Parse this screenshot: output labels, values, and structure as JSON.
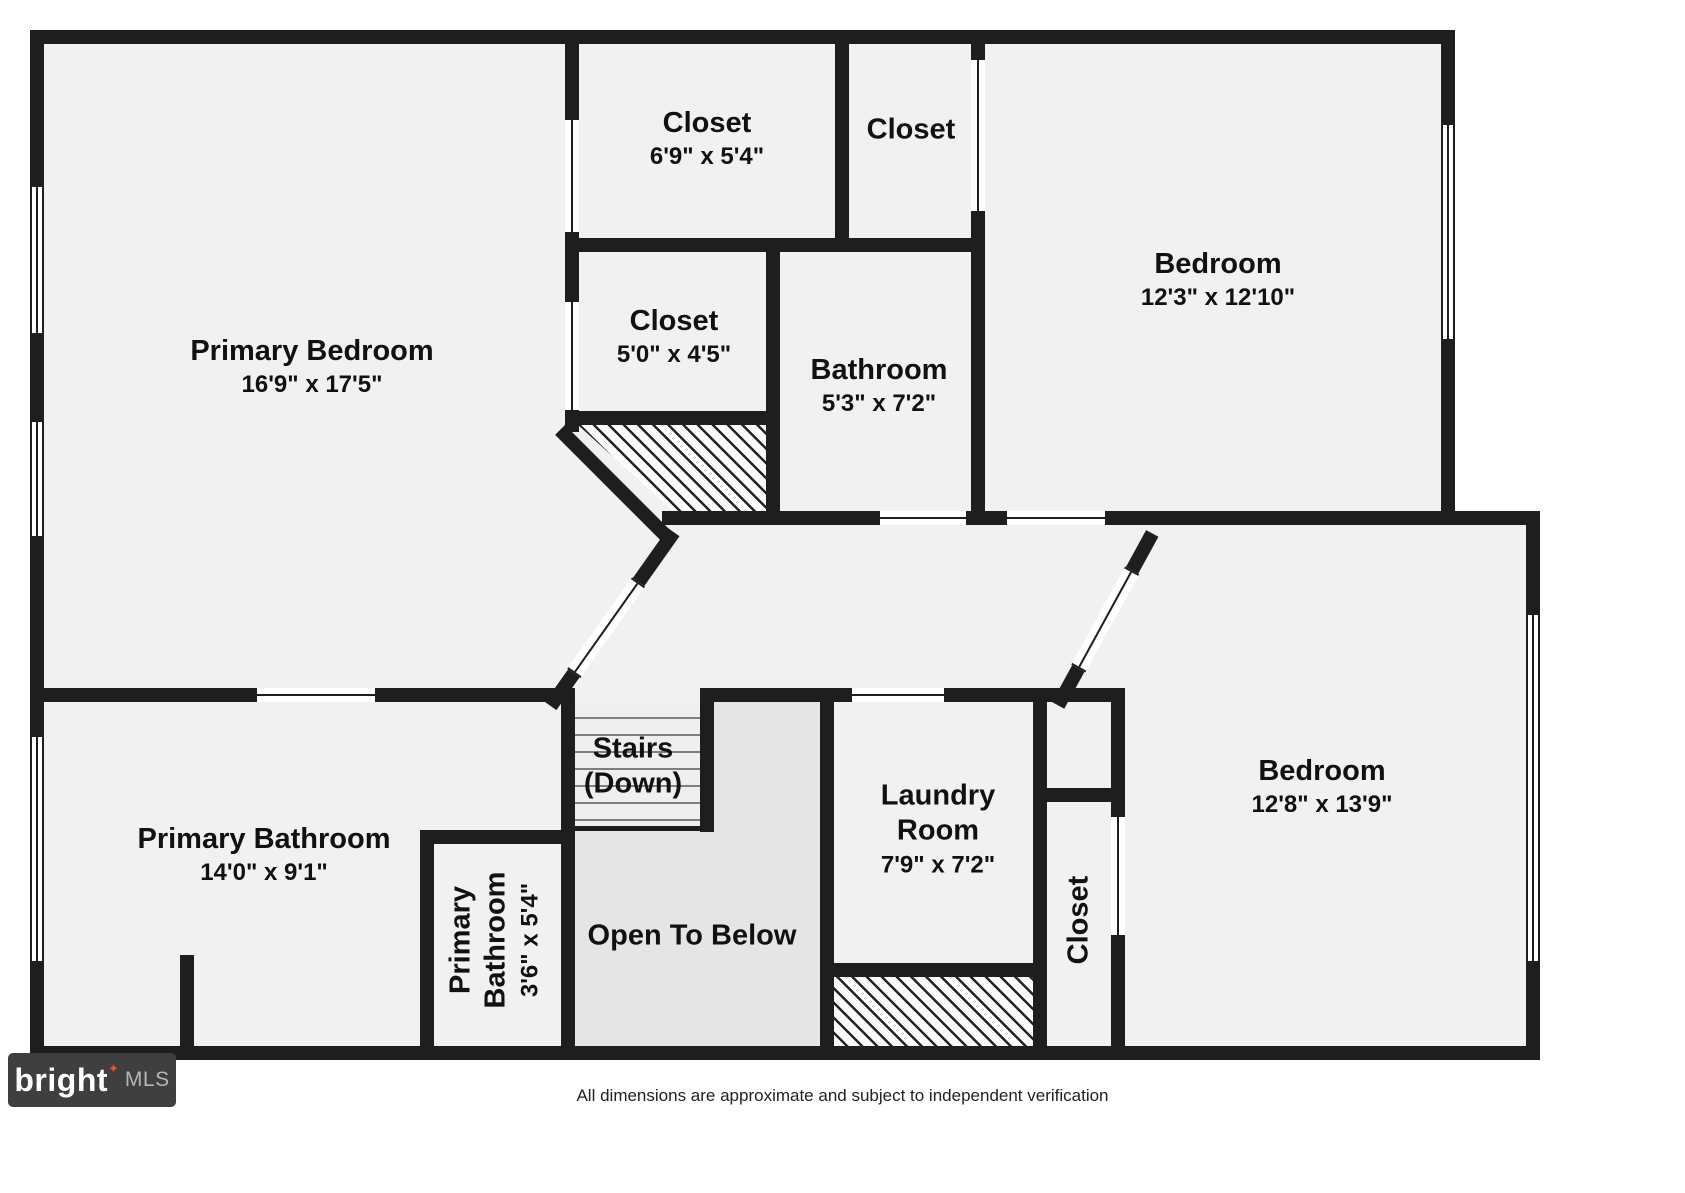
{
  "rooms": {
    "primary_bedroom": {
      "name": "Primary Bedroom",
      "dims": "16'9\" x 17'5\""
    },
    "closet_top": {
      "name": "Closet",
      "dims": "6'9\" x 5'4\""
    },
    "closet_top_small": {
      "name": "Closet"
    },
    "bedroom_top": {
      "name": "Bedroom",
      "dims": "12'3\" x 12'10\""
    },
    "closet_mid": {
      "name": "Closet",
      "dims": "5'0\" x 4'5\""
    },
    "bathroom": {
      "name": "Bathroom",
      "dims": "5'3\" x 7'2\""
    },
    "primary_bathroom": {
      "name": "Primary Bathroom",
      "dims": "14'0\" x 9'1\""
    },
    "primary_bathroom_small": {
      "name": "Primary Bathroom",
      "dims": "3'6\" x 5'4\""
    },
    "stairs": {
      "name": "Stairs",
      "sub": "(Down)"
    },
    "open_to_below": {
      "name": "Open To Below"
    },
    "laundry": {
      "name": "Laundry Room",
      "dims": "7'9\" x 7'2\""
    },
    "closet_laundry": {
      "name": "Closet"
    },
    "bedroom_bottom": {
      "name": "Bedroom",
      "dims": "12'8\" x 13'9\""
    }
  },
  "branding": {
    "brand": "bright",
    "mark": "✦",
    "suffix": "MLS"
  },
  "footer": {
    "disclaimer": "All dimensions are approximate and subject to independent verification"
  },
  "colors": {
    "wall": "#1e1e1e",
    "room_fill": "#f1f1f1",
    "open_below_fill": "#e5e5e5",
    "accent": "#e8551e"
  }
}
